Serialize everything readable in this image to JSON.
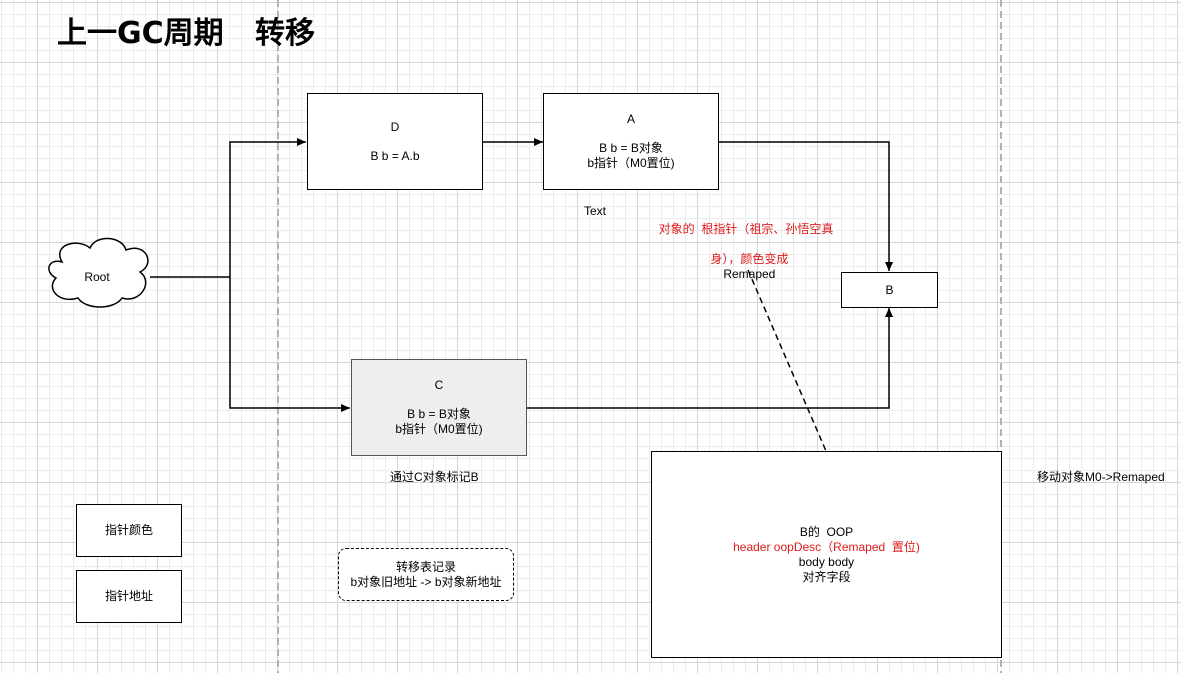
{
  "title": "上一GC周期   转移",
  "colors": {
    "line": "#000000",
    "annotation_red": "#e01b1b",
    "node_fill": "#ffffff",
    "node_c_fill": "#eeeeee",
    "grid": "#d6d6d6",
    "guide_dash": "#b3b3b3"
  },
  "nodes": {
    "root": {
      "label": "Root"
    },
    "d": {
      "label": "D",
      "line1": "B b = A.b"
    },
    "a": {
      "label": "A",
      "line1": "B b = B对象",
      "line2": "b指针（M0置位)"
    },
    "b": {
      "label": "B"
    },
    "c": {
      "label": "C",
      "line1": "B b = B对象",
      "line2": "b指针（M0置位)"
    },
    "legend_color": {
      "label": "指针颜色"
    },
    "legend_address": {
      "label": "指针地址"
    },
    "forward_table": {
      "line1": "转移表记录",
      "line2": "b对象旧地址 -> b对象新地址"
    },
    "oop": {
      "line1": "B的  OOP",
      "line2": "header oopDesc（Remaped  置位)",
      "line3": "body body",
      "line4": "对齐字段"
    }
  },
  "labels": {
    "text": "Text",
    "annotation_line1": "对象的  根指针（祖宗、孙悟空真",
    "annotation_line2_red": "身），颜色变成",
    "annotation_line2_black": "Remaped",
    "mark_via_c": "通过C对象标记B",
    "move_object": "移动对象M0->Remaped"
  }
}
